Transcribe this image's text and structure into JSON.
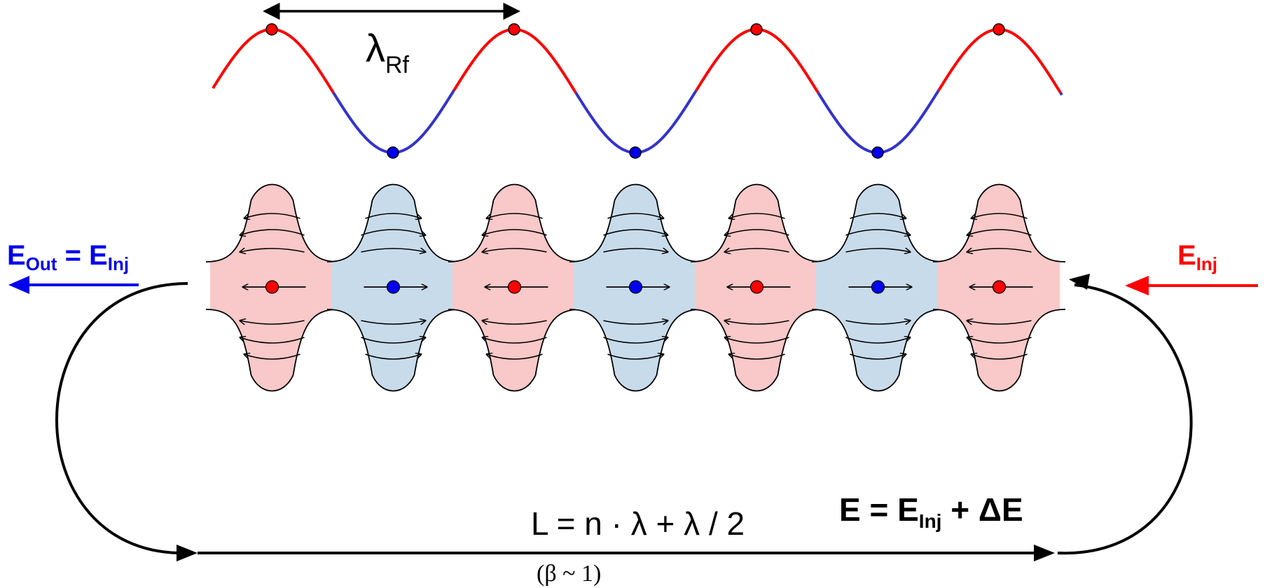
{
  "labels": {
    "wavelength_symbol": "λ",
    "wavelength_sub": "Rf",
    "out_energy_main": "E",
    "out_energy_sub": "Out",
    "out_energy_equals": " = E",
    "out_energy_sub2": "Inj",
    "inj_energy_main": "E",
    "inj_energy_sub": "Inj",
    "formula_length": "L = n · λ + λ / 2",
    "beta_note": "(β ~ 1)",
    "energy_gain_main": "E = E",
    "energy_gain_sub": "Inj",
    "energy_gain_rest": " + ΔE"
  },
  "colors": {
    "positive_phase": "#ff0000",
    "negative_phase": "#3333cc",
    "particle_red": "#ff0000",
    "particle_blue": "#0000ee",
    "cell_red_fill": "#f9c8c8",
    "cell_blue_fill": "#c8dbea",
    "out_label": "#0000ee",
    "inj_label": "#ff0000",
    "outline": "#000000"
  },
  "cells": [
    {
      "phase": "red",
      "particle_direction": "left"
    },
    {
      "phase": "blue",
      "particle_direction": "right"
    },
    {
      "phase": "red",
      "particle_direction": "left"
    },
    {
      "phase": "blue",
      "particle_direction": "right"
    },
    {
      "phase": "red",
      "particle_direction": "left"
    },
    {
      "phase": "blue",
      "particle_direction": "right"
    },
    {
      "phase": "red",
      "particle_direction": "left"
    }
  ],
  "icons": {
    "inj_arrow": "arrow-left-icon",
    "out_arrow": "arrow-left-icon",
    "recirculation_arc": "return-arc-icon"
  }
}
